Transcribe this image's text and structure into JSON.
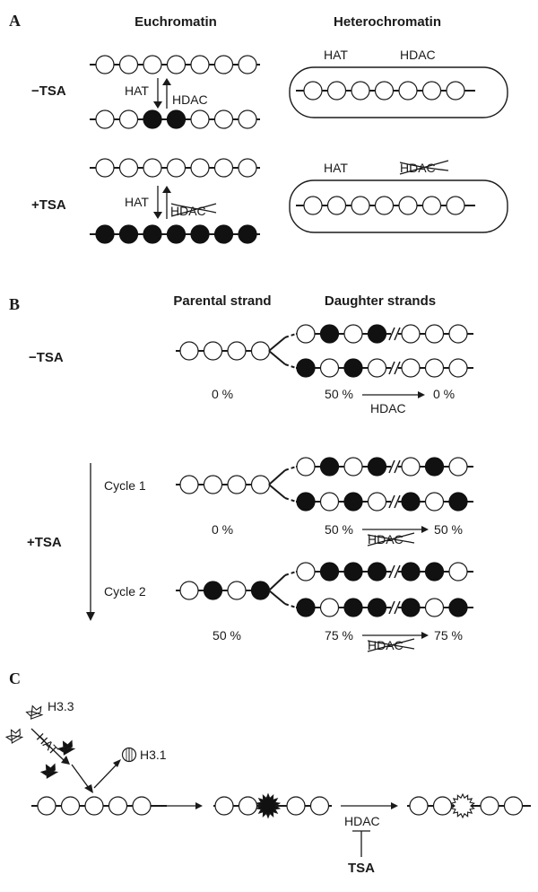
{
  "panels": {
    "a": {
      "label": "A",
      "euchromatin_header": "Euchromatin",
      "heterochromatin_header": "Heterochromatin",
      "minus_tsa": "−TSA",
      "plus_tsa": "+TSA",
      "hat": "HAT",
      "hdac": "HDAC"
    },
    "b": {
      "label": "B",
      "parental_header": "Parental strand",
      "daughter_header": "Daughter strands",
      "minus_tsa": "−TSA",
      "plus_tsa": "+TSA",
      "cycle1": "Cycle 1",
      "cycle2": "Cycle 2",
      "hdac": "HDAC",
      "pct_minus_parent": "0 %",
      "pct_minus_daughter": "50 %",
      "pct_minus_result": "0 %",
      "pct_c1_parent": "0 %",
      "pct_c1_daughter": "50 %",
      "pct_c1_result": "50 %",
      "pct_c2_parent": "50 %",
      "pct_c2_daughter": "75 %",
      "pct_c2_result": "75 %"
    },
    "c": {
      "label": "C",
      "h33": "H3.3",
      "h31": "H3.1",
      "hat": "HAT",
      "hdac": "HDAC",
      "tsa": "TSA"
    }
  },
  "colors": {
    "ink": "#1a1a1a",
    "acetylated": "#111111",
    "unacetylated": "#ffffff"
  }
}
